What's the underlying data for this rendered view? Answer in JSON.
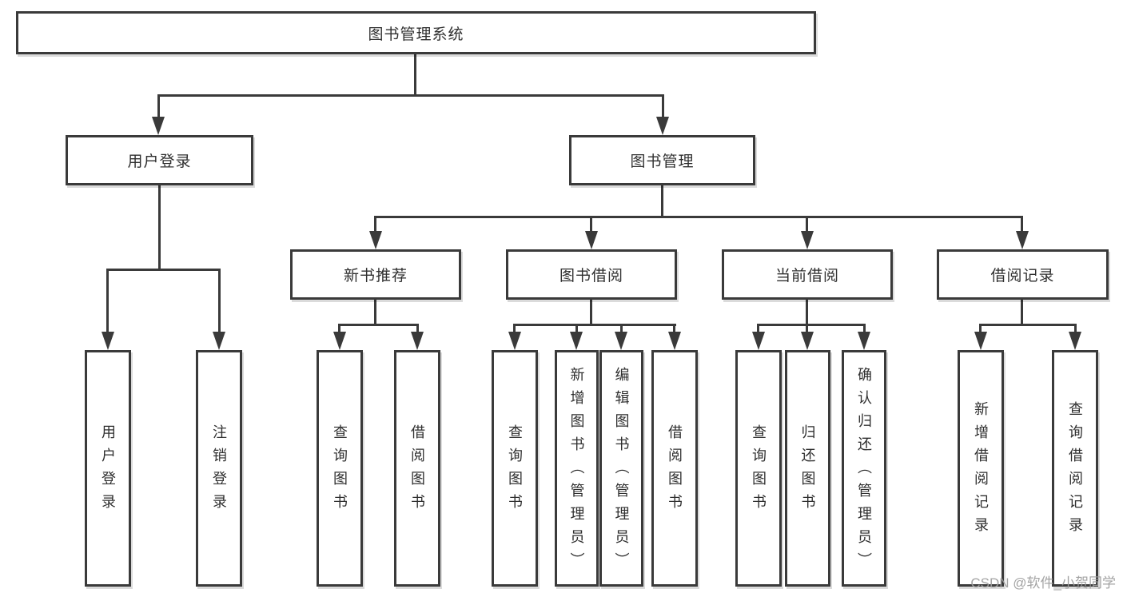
{
  "colors": {
    "line": "#3a3a3a",
    "box_border": "#3a3a3a",
    "text": "#2f2f2f",
    "watermark": "#9e9e9e",
    "background": "#ffffff"
  },
  "tree": {
    "root": {
      "label": "图书管理系统"
    },
    "branches": [
      {
        "label": "用户登录",
        "children": [
          {
            "label": "用户登录"
          },
          {
            "label": "注销登录"
          }
        ]
      },
      {
        "label": "图书管理",
        "groups": [
          {
            "label": "新书推荐",
            "children": [
              {
                "label": "查询图书"
              },
              {
                "label": "借阅图书"
              }
            ]
          },
          {
            "label": "图书借阅",
            "children": [
              {
                "label": "查询图书"
              },
              {
                "label": "新增图书（管理员）"
              },
              {
                "label": "编辑图书（管理员）"
              },
              {
                "label": "借阅图书"
              }
            ]
          },
          {
            "label": "当前借阅",
            "children": [
              {
                "label": "查询图书"
              },
              {
                "label": "归还图书"
              },
              {
                "label": "确认归还（管理员）"
              }
            ]
          },
          {
            "label": "借阅记录",
            "children": [
              {
                "label": "新增借阅记录"
              },
              {
                "label": "查询借阅记录"
              }
            ]
          }
        ]
      }
    ]
  },
  "watermark": {
    "text": "CSDN @软件_小贺同学"
  }
}
